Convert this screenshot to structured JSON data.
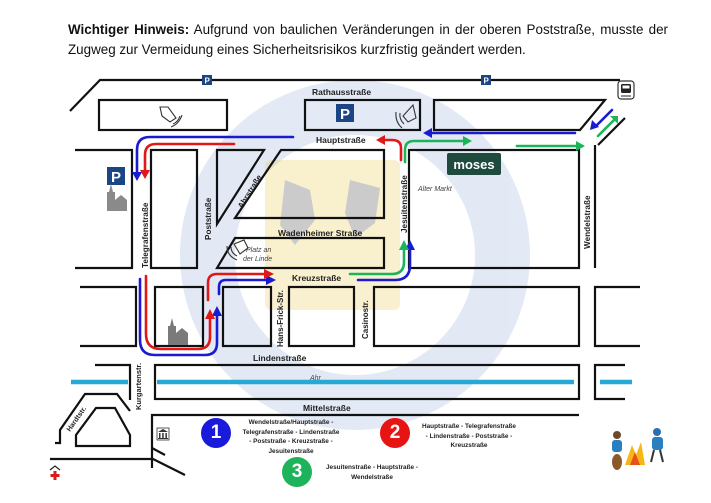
{
  "notice": {
    "prefix": "Wichtiger Hinweis:",
    "text": " Aufgrund von baulichen Veränderungen in der oberen Poststraße, musste der Zugweg zur Vermeidung eines Sicherheitsrisikos kurzfristig geändert werden."
  },
  "streets": {
    "rathausstrasse": "Rathausstraße",
    "hauptstrasse": "Hauptstraße",
    "telegrafenstrasse": "Telegrafenstraße",
    "poststrasse": "Poststraße",
    "ahrstrasse": "Ahrstraße",
    "wadenheimer": "Wadenheimer Straße",
    "kreuzstrasse": "Kreuzstraße",
    "hans_frick": "Hans-Frick-Str.",
    "casinostr": "Casinostr.",
    "jesuitenstrasse": "Jesuitenstraße",
    "wendelstrasse": "Wendelstraße",
    "lindenstrasse": "Lindenstraße",
    "kurgartenstr": "Kurgartenstr.",
    "hardtstr": "Hardtstr.",
    "mittelstrasse": "Mittelstraße"
  },
  "places": {
    "alter_markt": "Alter Markt",
    "platz_an_der_linde_1": "Platz an",
    "platz_an_der_linde_2": "der Linde",
    "ahr": "Ahr",
    "moses": "moses",
    "parking": "P"
  },
  "legend": [
    {
      "number": "1",
      "color": "#1a1adc",
      "route": "Wendelstraße/Hauptstraße - Telegrafenstraße - Lindenstraße - Poststraße - Kreuzstraße - Jesuitenstraße",
      "lines": [
        "Wendelstraße/Hauptstraße -",
        "Telegrafenstraße - Lindenstraße",
        "- Poststraße - Kreuzstraße -",
        "Jesuitenstraße"
      ]
    },
    {
      "number": "2",
      "color": "#e81414",
      "route": "Hauptstraße - Telegrafenstraße - Lindenstraße - Poststraße - Kreuzstraße",
      "lines": [
        "Hauptstraße - Telegrafenstraße",
        "- Lindenstraße - Poststraße -",
        "Kreuzstraße"
      ]
    },
    {
      "number": "3",
      "color": "#1db35a",
      "route": "Jesuitenstraße - Hauptstraße - Wendelstraße",
      "lines": [
        "Jesuitenstraße - Hauptstraße -",
        "Wendelstraße"
      ]
    }
  ],
  "colors": {
    "route_blue": "#1a1ad0",
    "route_red": "#e01818",
    "route_green": "#1db35a",
    "river": "#27a9d6",
    "parking_bg": "#1c4585",
    "moses_bg": "#1f4a3e"
  }
}
